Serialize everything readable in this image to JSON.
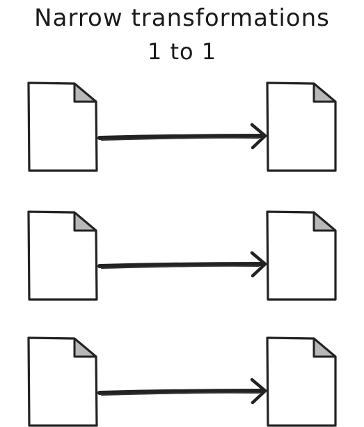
{
  "title": {
    "line1": "Narrow transformations",
    "line2": "1 to 1"
  },
  "colors": {
    "stroke": "#222222",
    "page_fill": "#ffffff",
    "fold_fill": "#b8b8b8"
  },
  "rows": [
    {
      "source": "document-icon",
      "connector": "arrow-right",
      "target": "document-icon"
    },
    {
      "source": "document-icon",
      "connector": "arrow-right",
      "target": "document-icon"
    },
    {
      "source": "document-icon",
      "connector": "arrow-right",
      "target": "document-icon"
    }
  ]
}
